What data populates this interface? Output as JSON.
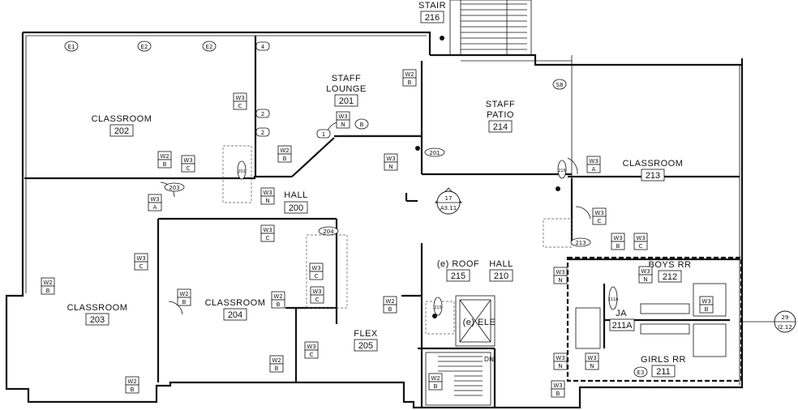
{
  "rooms": {
    "stair_216": {
      "name": "STAIR",
      "number": "216"
    },
    "classroom_202": {
      "name": "CLASSROOM",
      "number": "202"
    },
    "staff_lounge_201": {
      "name_line1": "STAFF",
      "name_line2": "LOUNGE",
      "number": "201"
    },
    "staff_patio_214": {
      "name_line1": "STAFF",
      "name_line2": "PATIO",
      "number": "214"
    },
    "classroom_213": {
      "name": "CLASSROOM",
      "number": "213"
    },
    "hall_200": {
      "name": "HALL",
      "number": "200"
    },
    "classroom_203": {
      "name": "CLASSROOM",
      "number": "203"
    },
    "classroom_204": {
      "name": "CLASSROOM",
      "number": "204"
    },
    "roof_215": {
      "name": "(e) ROOF",
      "number": "215"
    },
    "hall_210": {
      "name": "HALL",
      "number": "210"
    },
    "boys_rr_212": {
      "name": "BOYS RR",
      "number": "212"
    },
    "flex_205": {
      "name": "FLEX",
      "number": "205"
    },
    "elevator": {
      "name": "(e) ELE"
    },
    "ja_211a": {
      "name": "JA",
      "number": "211A"
    },
    "girls_rr_211": {
      "name": "GIRLS RR",
      "number": "211"
    }
  },
  "section_marker": {
    "number": "17",
    "sheet": "A3.11"
  },
  "detail_callout": {
    "number": "29",
    "sheet": "I2.12"
  },
  "stair_label": "DN",
  "tags": {
    "e1": "E1",
    "e2": "E2",
    "e3": "E3",
    "s8": "S8",
    "w2": "W2",
    "w3": "W3",
    "b": "B",
    "c": "C",
    "a": "A",
    "n": "N",
    "d201": "201",
    "d202": "202",
    "d203": "203",
    "d204": "204",
    "d213": "213",
    "d211a": "211A",
    "d215": "215",
    "d216": "216",
    "one": "1",
    "two": "2",
    "four": "4"
  }
}
